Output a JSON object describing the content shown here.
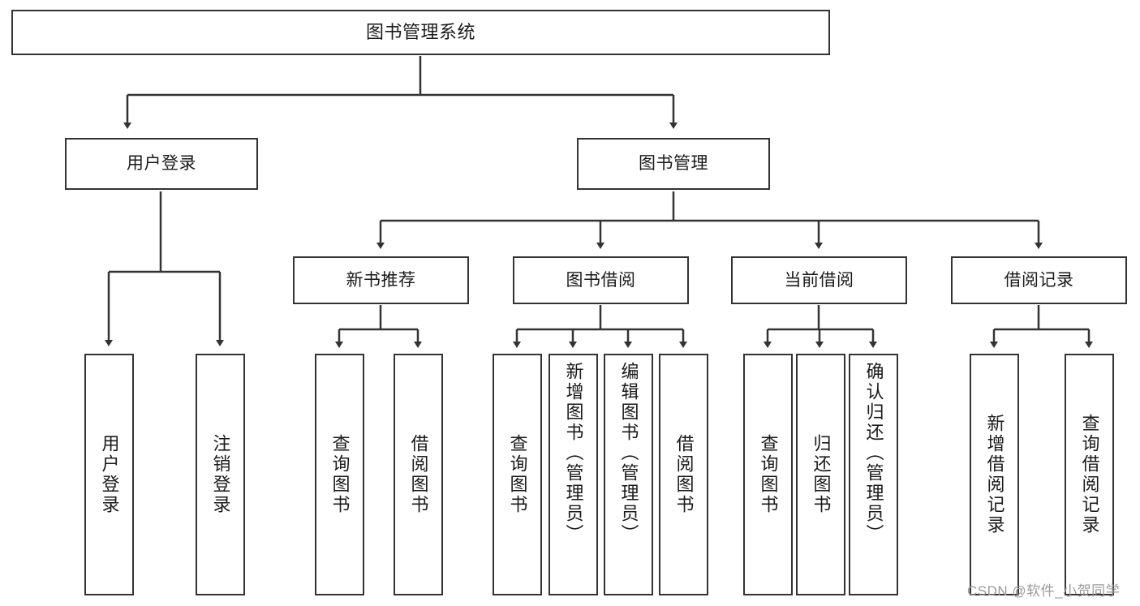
{
  "diagram": {
    "title": "图书管理系统",
    "type": "functional-structure-tree",
    "colors": {
      "background": "#ffffff",
      "border": "#333333",
      "text": "#1a1a1a",
      "connector": "#333333",
      "watermark": "#9a9a9a"
    },
    "watermark": "CSDN @软件_小贺同学"
  },
  "nodes": {
    "root": {
      "label": "图书管理系统"
    },
    "level2": [
      {
        "id": "user-login",
        "label": "用户登录"
      },
      {
        "id": "book-manage",
        "label": "图书管理"
      }
    ],
    "level3": [
      {
        "id": "new-book-recommend",
        "label": "新书推荐"
      },
      {
        "id": "book-borrow",
        "label": "图书借阅"
      },
      {
        "id": "current-borrow",
        "label": "当前借阅"
      },
      {
        "id": "borrow-record",
        "label": "借阅记录"
      }
    ],
    "leaves": {
      "user-login": [
        {
          "id": "leaf-user-login",
          "label": "用户登录"
        },
        {
          "id": "leaf-logout-login",
          "label": "注销登录"
        }
      ],
      "new-book-recommend": [
        {
          "id": "leaf-query-book-1",
          "label": "查询图书"
        },
        {
          "id": "leaf-borrow-book-1",
          "label": "借阅图书"
        }
      ],
      "book-borrow": [
        {
          "id": "leaf-query-book-2",
          "label": "查询图书"
        },
        {
          "id": "leaf-add-book",
          "label": "新增图书（管理员）"
        },
        {
          "id": "leaf-edit-book",
          "label": "编辑图书（管理员）"
        },
        {
          "id": "leaf-borrow-book-2",
          "label": "借阅图书"
        }
      ],
      "current-borrow": [
        {
          "id": "leaf-query-book-3",
          "label": "查询图书"
        },
        {
          "id": "leaf-return-book",
          "label": "归还图书"
        },
        {
          "id": "leaf-confirm-return",
          "label": "确认归还（管理员）"
        }
      ],
      "borrow-record": [
        {
          "id": "leaf-add-record",
          "label": "新增借阅记录"
        },
        {
          "id": "leaf-query-record",
          "label": "查询借阅记录"
        }
      ]
    }
  }
}
